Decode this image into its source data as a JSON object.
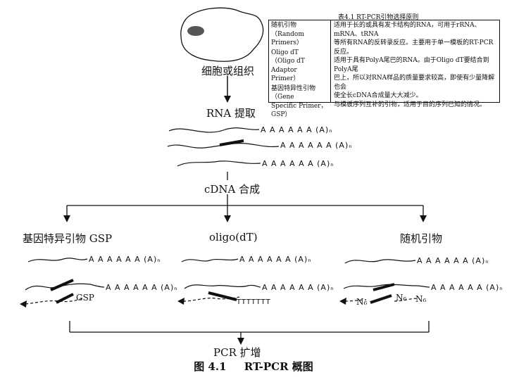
{
  "table": {
    "title": "表4.1    RT-PCR引物选择原则",
    "rows": [
      {
        "type": "随机引物\n（Random Primers）",
        "desc": "适用于长的或具有发卡结构的RNA，可用于rRNA、mRNA、tRNA\n等所有RNA的反转录反应。主要用于单一模板的RT-PCR反应。"
      },
      {
        "type": "Oligo dT\n（Oligo  dT  Adaptor\nPrimer）",
        "desc": "适用于具有PolyA尾巴的RNA。由于Oligo dT要结合到PolyA尾\n巴上，所以对RNA样品的质量要求较高，即使有少量降解也会\n使全长cDNA合成量大大减少。"
      },
      {
        "type": "基因特异性引物（Gene\nSpecific Primer，GSP）",
        "desc": "与模板序列互补的引物，适用于目的序列已知的情况。"
      }
    ]
  },
  "flow": {
    "source_label": "细胞或组织",
    "extract_label": "RNA 提取",
    "synthesis_label": "cDNA 合成",
    "branches": [
      {
        "label": "基因特异引物 GSP",
        "primer_label": "GSP"
      },
      {
        "label": "oligo(dT)",
        "primer_label": "TTTTTTT"
      },
      {
        "label": "随机引物",
        "primer_label": "N₆"
      }
    ],
    "random_primer_label_2": "N₆",
    "random_primer_label_3": "N₆",
    "amplify_label": "PCR 扩增",
    "poly_a_tail": "A A A A A A (A)ₙ"
  },
  "caption": {
    "figure_number": "图 4.1",
    "figure_title": "RT-PCR 概图"
  },
  "colors": {
    "line": "#111111",
    "background": "#ffffff"
  }
}
